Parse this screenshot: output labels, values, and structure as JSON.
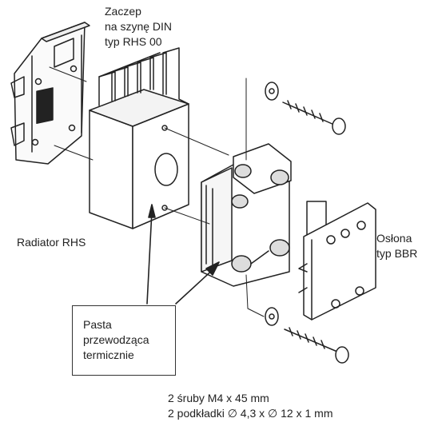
{
  "labels": {
    "din_clip": [
      "Zaczep",
      "na szynę DIN",
      "typ RHS 00"
    ],
    "radiator": "Radiator RHS",
    "cover": [
      "Osłona",
      "typ BBR"
    ],
    "paste": [
      "Pasta",
      "przewodząca",
      "termicznie"
    ],
    "screws": "2 śruby M4 x 45 mm",
    "washers": "2 podkładki ∅  4,3 x ∅ 12 x 1 mm"
  }
}
